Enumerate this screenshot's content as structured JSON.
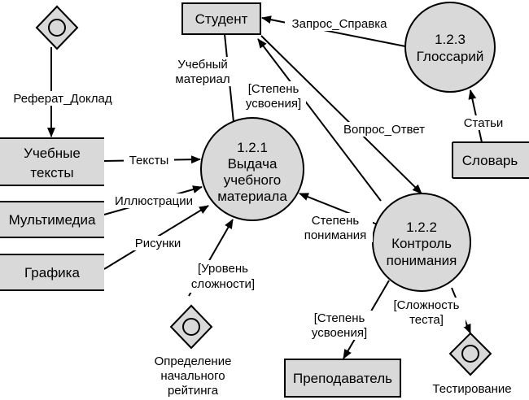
{
  "colors": {
    "fill": "#d9d9d9",
    "stroke": "#000000",
    "background": "#ffffff"
  },
  "entities": {
    "student": "Студент",
    "teacher": "Преподаватель"
  },
  "stores": {
    "textbooks": [
      "Учебные",
      "тексты"
    ],
    "multimedia": "Мультимедиа",
    "graphics": "Графика",
    "dictionary": "Словарь"
  },
  "processes": {
    "p121": [
      "1.2.1",
      "Выдача",
      "учебного",
      "материала"
    ],
    "p122": [
      "1.2.2",
      "Контроль",
      "понимания"
    ],
    "p123": [
      "1.2.3",
      "Глоссарий"
    ]
  },
  "external_events": {
    "initial_rating": [
      "Определение",
      "начального",
      "рейтинга"
    ],
    "testing": "Тестирование"
  },
  "flows": {
    "essay_report": "Реферат_Доклад",
    "texts": "Тексты",
    "illustrations": "Иллюстрации",
    "pictures": "Рисунки",
    "study_material": [
      "Учебный",
      "материал"
    ],
    "mastery_level_1": [
      "[Степень",
      "усвоения]"
    ],
    "query_reference": "Запрос_Справка",
    "question_answer": "Вопрос_Ответ",
    "articles": "Статьи",
    "understanding_level": [
      "Степень",
      "понимания"
    ],
    "difficulty_level": [
      "[Уровень",
      "сложности]"
    ],
    "mastery_level_2": [
      "[Степень",
      "усвоения]"
    ],
    "test_difficulty": [
      "[Сложность",
      "теста]"
    ]
  }
}
